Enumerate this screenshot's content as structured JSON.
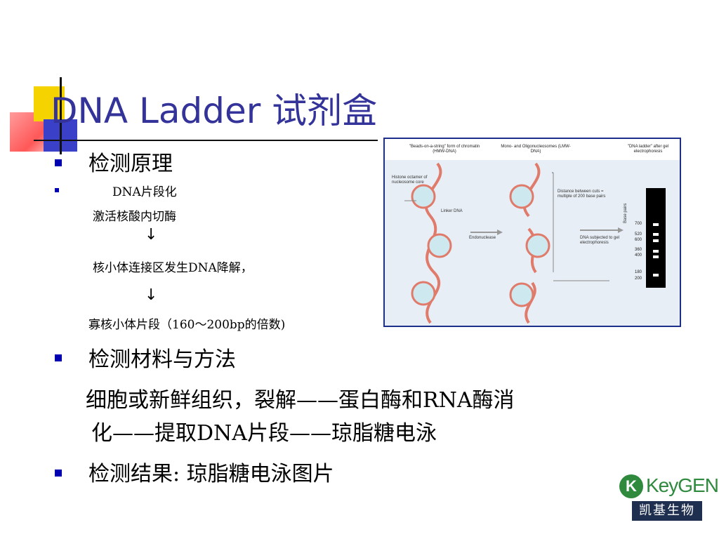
{
  "title": "DNA Ladder 试剂盒",
  "section1": {
    "heading": "检测原理",
    "sub_bullet": "DNA片段化",
    "step1": "激活核酸内切酶",
    "arrow1": "↓",
    "step2": "核小体连接区发生DNA降解，",
    "arrow2": "↓",
    "step3": "寡核小体片段（160～200bp的倍数)"
  },
  "section2": {
    "heading": "检测材料与方法",
    "line1": "细胞或新鲜组织，裂解——蛋白酶和RNA酶消",
    "line2": "化——提取DNA片段——琼脂糖电泳"
  },
  "section3": {
    "heading": "检测结果: 琼脂糖电泳图片"
  },
  "figure": {
    "header_left": "\"Beads-on-a-string\" form of chromatin (HMW-DNA)",
    "header_mid": "Mono- and Oligonucleosomes (LMW-DNA)",
    "header_right": "\"DNA ladder\" after gel electrophoresis",
    "label_histone": "Histone octamer of nucleosome core",
    "label_linker": "Linker DNA",
    "label_endonuclease": "Endonuclease",
    "label_distance": "Distance between cuts = multiple of 200 base pairs",
    "label_subjected": "DNA subjected to gel electrophoresis",
    "label_base_pairs": "Base pairs",
    "sizes": [
      "700",
      "520",
      "600",
      "360",
      "400",
      "180",
      "200"
    ]
  },
  "logo": {
    "mark": "K",
    "name": "KeyGEN",
    "subtitle": "凯基生物"
  },
  "colors": {
    "title": "#33339a",
    "bullet": "#0000b0",
    "figure_border": "#1c2f8a",
    "logo_green": "#2f8a3e"
  }
}
